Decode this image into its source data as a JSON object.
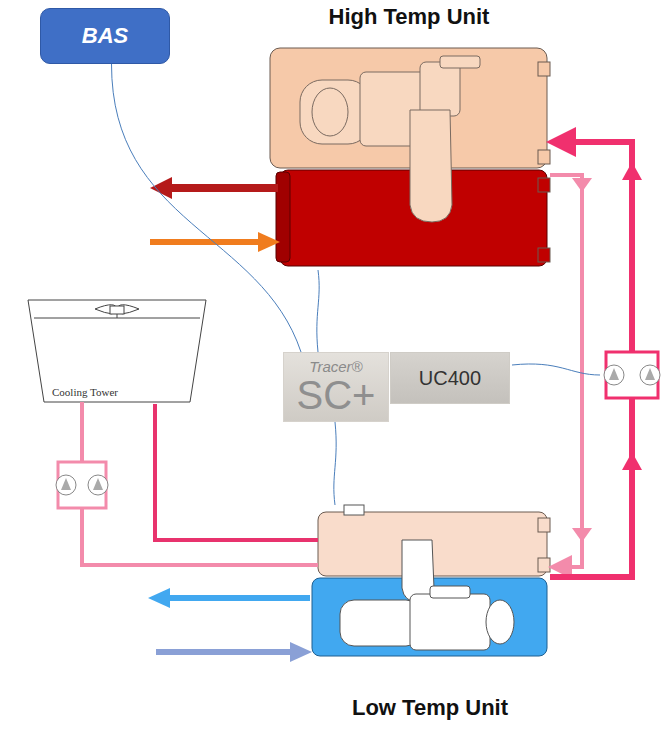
{
  "diagram": {
    "nodes": [
      {
        "text": [
          "BAS"
        ]
      },
      {
        "text": [
          "High Temp Unit"
        ]
      },
      {
        "text": [
          "Cooling Tower"
        ]
      },
      {
        "text": [
          "Tracer®",
          "SC+"
        ]
      },
      {
        "text": [
          "UC400"
        ]
      },
      {
        "text": [
          "Low Temp Unit"
        ]
      }
    ],
    "edges": [
      {
        "from": 0,
        "to": 3,
        "arrow": "none"
      },
      {
        "from": 3,
        "to": 1,
        "arrow": "none"
      },
      {
        "from": 3,
        "to": 5,
        "arrow": "none"
      },
      {
        "from": 2,
        "to": 5,
        "arrow": "none"
      },
      {
        "from": 1,
        "to": 5,
        "arrow": "to"
      },
      {
        "from": 5,
        "to": 1,
        "arrow": "to"
      }
    ]
  }
}
